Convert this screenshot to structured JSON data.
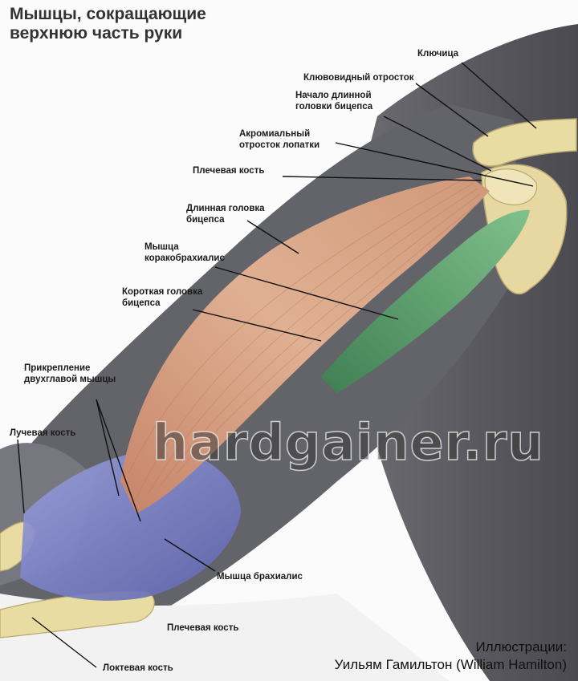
{
  "title": {
    "line1": "Мышцы, сокращающие",
    "line2": "верхнюю часть руки"
  },
  "labels": {
    "clavicle": "Ключица",
    "coracoid": "Клювовидный отросток",
    "long_head_origin": {
      "line1": "Начало длинной",
      "line2": "головки бицепса"
    },
    "acromion": {
      "line1": "Акромиальный",
      "line2": "отросток лопатки"
    },
    "humerus_top": "Плечевая кость",
    "long_head": {
      "line1": "Длинная головка",
      "line2": "бицепса"
    },
    "coracobrachialis": {
      "line1": "Мышца",
      "line2": "коракобрахиалис"
    },
    "short_head": {
      "line1": "Короткая головка",
      "line2": "бицепса"
    },
    "biceps_insertion": {
      "line1": "Прикрепление",
      "line2": "двухглавой мышцы"
    },
    "radius": "Лучевая кость",
    "brachialis": "Мышца брахиалис",
    "humerus_bottom": "Плечевая кость",
    "ulna": "Локтевая кость"
  },
  "watermark": "hardgainer.ru",
  "credits": {
    "line1": "Иллюстрации:",
    "line2": "Уильям Гамильтон (William Hamilton)"
  },
  "colors": {
    "skin": "#5d5d63",
    "bone": "#e9dca2",
    "biceps": "#d29b7c",
    "coracobrachialis": "#5a9a6c",
    "brachialis": "#7d84c4"
  }
}
